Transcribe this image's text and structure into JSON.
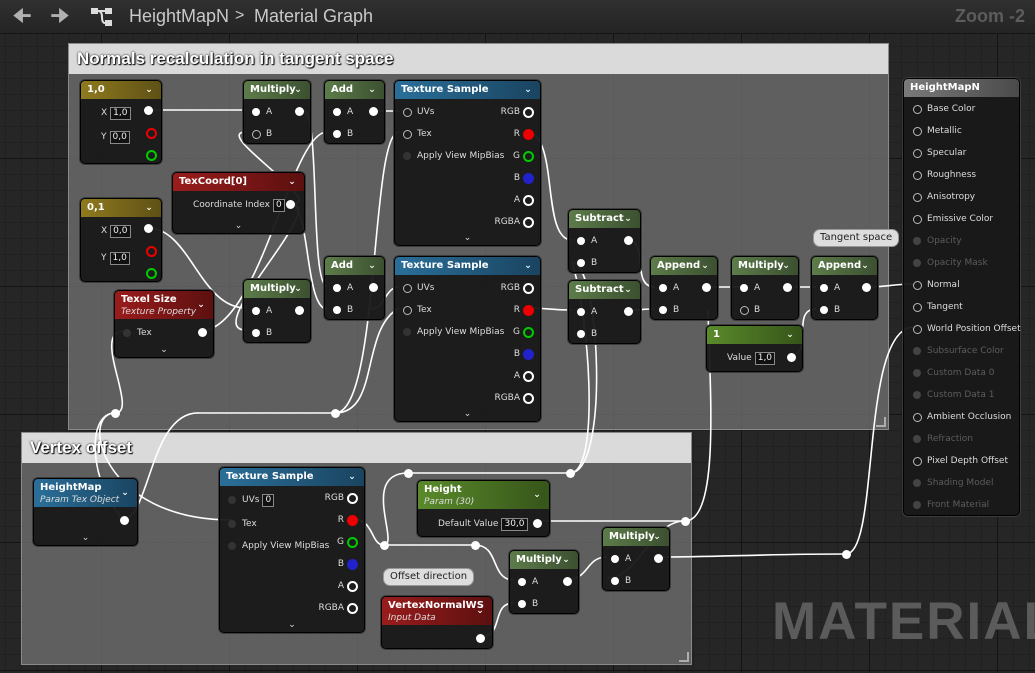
{
  "topbar": {
    "back_icon": "arrow-left-icon",
    "forward_icon": "arrow-right-icon",
    "breadcrumb": [
      "HeightMapN",
      "Material Graph"
    ],
    "separator": ">",
    "zoom": "Zoom -2"
  },
  "watermark": "MATERIAL",
  "comments": {
    "normals": "Normals recalculation in tangent space",
    "vertex": "Vertex offset"
  },
  "bubbles": {
    "tangent": "Tangent space",
    "offset": "Offset direction"
  },
  "nodes": {
    "const10": {
      "title": "1,0",
      "x_label": "X",
      "x_value": "1,0",
      "y_label": "Y",
      "y_value": "0,0"
    },
    "const01": {
      "title": "0,1",
      "x_label": "X",
      "x_value": "0,0",
      "y_label": "Y",
      "y_value": "1,0"
    },
    "texcoord": {
      "title": "TexCoord[0]",
      "index_label": "Coordinate Index",
      "index_value": "0"
    },
    "texelsize": {
      "title": "Texel Size",
      "subtitle": "Texture Property",
      "tex": "Tex"
    },
    "multiply1": {
      "title": "Multiply",
      "a": "A",
      "b": "B"
    },
    "multiply2": {
      "title": "Multiply",
      "a": "A",
      "b": "B"
    },
    "add1": {
      "title": "Add",
      "a": "A",
      "b": "B"
    },
    "add2": {
      "title": "Add",
      "a": "A",
      "b": "B"
    },
    "texsample1": {
      "title": "Texture Sample",
      "uvs": "UVs",
      "tex": "Tex",
      "mip": "Apply View MipBias",
      "rgb": "RGB",
      "r": "R",
      "g": "G",
      "b": "B",
      "a": "A",
      "rgba": "RGBA"
    },
    "texsample2": {
      "title": "Texture Sample",
      "uvs": "UVs",
      "tex": "Tex",
      "mip": "Apply View MipBias",
      "rgb": "RGB",
      "r": "R",
      "g": "G",
      "b": "B",
      "a": "A",
      "rgba": "RGBA"
    },
    "subtract1": {
      "title": "Subtract",
      "a": "A",
      "b": "B"
    },
    "subtract2": {
      "title": "Subtract",
      "a": "A",
      "b": "B"
    },
    "append1": {
      "title": "Append",
      "a": "A",
      "b": "B"
    },
    "multiply3": {
      "title": "Multiply",
      "a": "A",
      "b": "B"
    },
    "append2": {
      "title": "Append",
      "a": "A",
      "b": "B"
    },
    "const1": {
      "title": "1",
      "value_label": "Value",
      "value": "1,0"
    },
    "heightmap": {
      "title": "HeightMap",
      "subtitle": "Param Tex Object"
    },
    "texsample3": {
      "title": "Texture Sample",
      "uvs": "UVs",
      "uvs_value": "0",
      "tex": "Tex",
      "mip": "Apply View MipBias",
      "rgb": "RGB",
      "r": "R",
      "g": "G",
      "b": "B",
      "a": "A",
      "rgba": "RGBA"
    },
    "height": {
      "title": "Height",
      "subtitle": "Param (30)",
      "default_label": "Default Value",
      "default_value": "30,0"
    },
    "multiply4": {
      "title": "Multiply",
      "a": "A",
      "b": "B"
    },
    "multiply5": {
      "title": "Multiply",
      "a": "A",
      "b": "B"
    },
    "vertexnormal": {
      "title": "VertexNormalWS",
      "subtitle": "Input Data"
    }
  },
  "result": {
    "title": "HeightMapN",
    "pins": [
      "Base Color",
      "Metallic",
      "Specular",
      "Roughness",
      "Anisotropy",
      "Emissive Color",
      "Opacity",
      "Opacity Mask",
      "Normal",
      "Tangent",
      "World Position Offset",
      "Subsurface Color",
      "Custom Data 0",
      "Custom Data 1",
      "Ambient Occlusion",
      "Refraction",
      "Pixel Depth Offset",
      "Shading Model",
      "Front Material"
    ],
    "enabled": [
      true,
      true,
      true,
      true,
      true,
      true,
      false,
      false,
      true,
      true,
      true,
      false,
      false,
      false,
      true,
      false,
      true,
      false,
      false
    ]
  },
  "colors": {
    "constant_header": "#8f7a1e",
    "math_header": "#5d7c4a",
    "texture_header": "#2a6f99",
    "texcoord_header": "#9a1c1c",
    "param_header": "#5a8a2a",
    "result_header": "#7a7a7a",
    "wire": "#ffffff"
  }
}
